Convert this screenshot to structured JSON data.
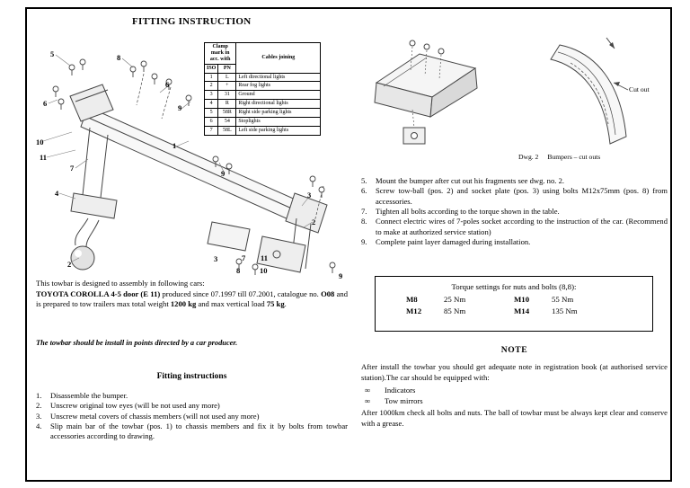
{
  "page": {
    "title": "FITTING INSTRUCTION"
  },
  "clamp_table": {
    "header_clamp": "Clamp mark in acc. with",
    "header_cables": "Cables joining",
    "col_iso": "ISO",
    "col_pn": "PN",
    "rows": [
      {
        "iso": "1",
        "pn": "L",
        "cable": "Left directional lights"
      },
      {
        "iso": "2",
        "pn": "+",
        "cable": "Rear fog lights"
      },
      {
        "iso": "3",
        "pn": "31",
        "cable": "Ground"
      },
      {
        "iso": "4",
        "pn": "R",
        "cable": "Right directional lights"
      },
      {
        "iso": "5",
        "pn": "58R",
        "cable": "Right side parking lights"
      },
      {
        "iso": "6",
        "pn": "54",
        "cable": "Stoplights"
      },
      {
        "iso": "7",
        "pn": "58L",
        "cable": "Left side parking lights"
      }
    ]
  },
  "towbar_drawing": {
    "callouts": [
      "5",
      "8",
      "6",
      "6",
      "9",
      "10",
      "1",
      "11",
      "7",
      "9",
      "4",
      "3",
      "2",
      "2",
      "3",
      "7",
      "11",
      "8",
      "10",
      "9"
    ]
  },
  "bumper_drawing": {
    "cutout_label": "Cut out",
    "caption_num": "Dwg. 2",
    "caption_text": "Bumpers – cut outs"
  },
  "intro": {
    "line1": "This towbar is designed to assembly in following cars:",
    "car": "TOYOTA COROLLA 4-5 door (E 11)",
    "mid1": " produced since 07.1997 till 07.2001,  catalogue no. ",
    "cat": "O08",
    "mid2": " and is prepared to tow trailers max total weight ",
    "weight": "1200 kg",
    "mid3": " and max vertical load ",
    "load": "75 kg",
    "end": "."
  },
  "warning": "The towbar should be install in points directed by a car producer.",
  "fitting": {
    "heading": "Fitting instructions",
    "items": [
      {
        "num": "1.",
        "text": "Disassemble the bumper."
      },
      {
        "num": "2.",
        "text": "Unscrew original tow eyes (will be not used any more)"
      },
      {
        "num": "3.",
        "text": "Unscrew metal covers of chassis members (will not used any more)"
      },
      {
        "num": "4.",
        "text": "Slip main bar of the towbar (pos. 1) to chassis members and fix it by bolts from towbar accessories according to drawing."
      }
    ]
  },
  "steps": {
    "items": [
      {
        "num": "5.",
        "text": "Mount the bumper after cut out his fragments see dwg. no. 2."
      },
      {
        "num": "6.",
        "text": "Screw tow-ball (pos. 2) and socket plate (pos. 3) using bolts M12x75mm (pos. 8) from accessories."
      },
      {
        "num": "7.",
        "text": "Tighten all bolts according to the torque shown in the table."
      },
      {
        "num": "8.",
        "text": "Connect electric wires of 7-poles socket according to the instruction of the car. (Recommend to make at authorized service station)"
      },
      {
        "num": "9.",
        "text": "Complete paint layer damaged during installation."
      }
    ]
  },
  "torque": {
    "title": "Torque settings for nuts and bolts (8,8):",
    "rows": [
      {
        "b1": "M8",
        "v1": "25 Nm",
        "b2": "M10",
        "v2": "55 Nm"
      },
      {
        "b1": "M12",
        "v1": "85 Nm",
        "b2": "M14",
        "v2": "135 Nm"
      }
    ]
  },
  "note": {
    "heading": "NOTE",
    "para1": "After install the towbar you should get adequate note in registration book (at authorised service station).The car should be equipped with:",
    "bullet_glyph": "∞",
    "bullets": [
      "Indicators",
      "Tow mirrors"
    ],
    "para2": "After 1000km check all bolts and nuts. The ball of towbar must be always kept clear and conserve with a grease."
  }
}
